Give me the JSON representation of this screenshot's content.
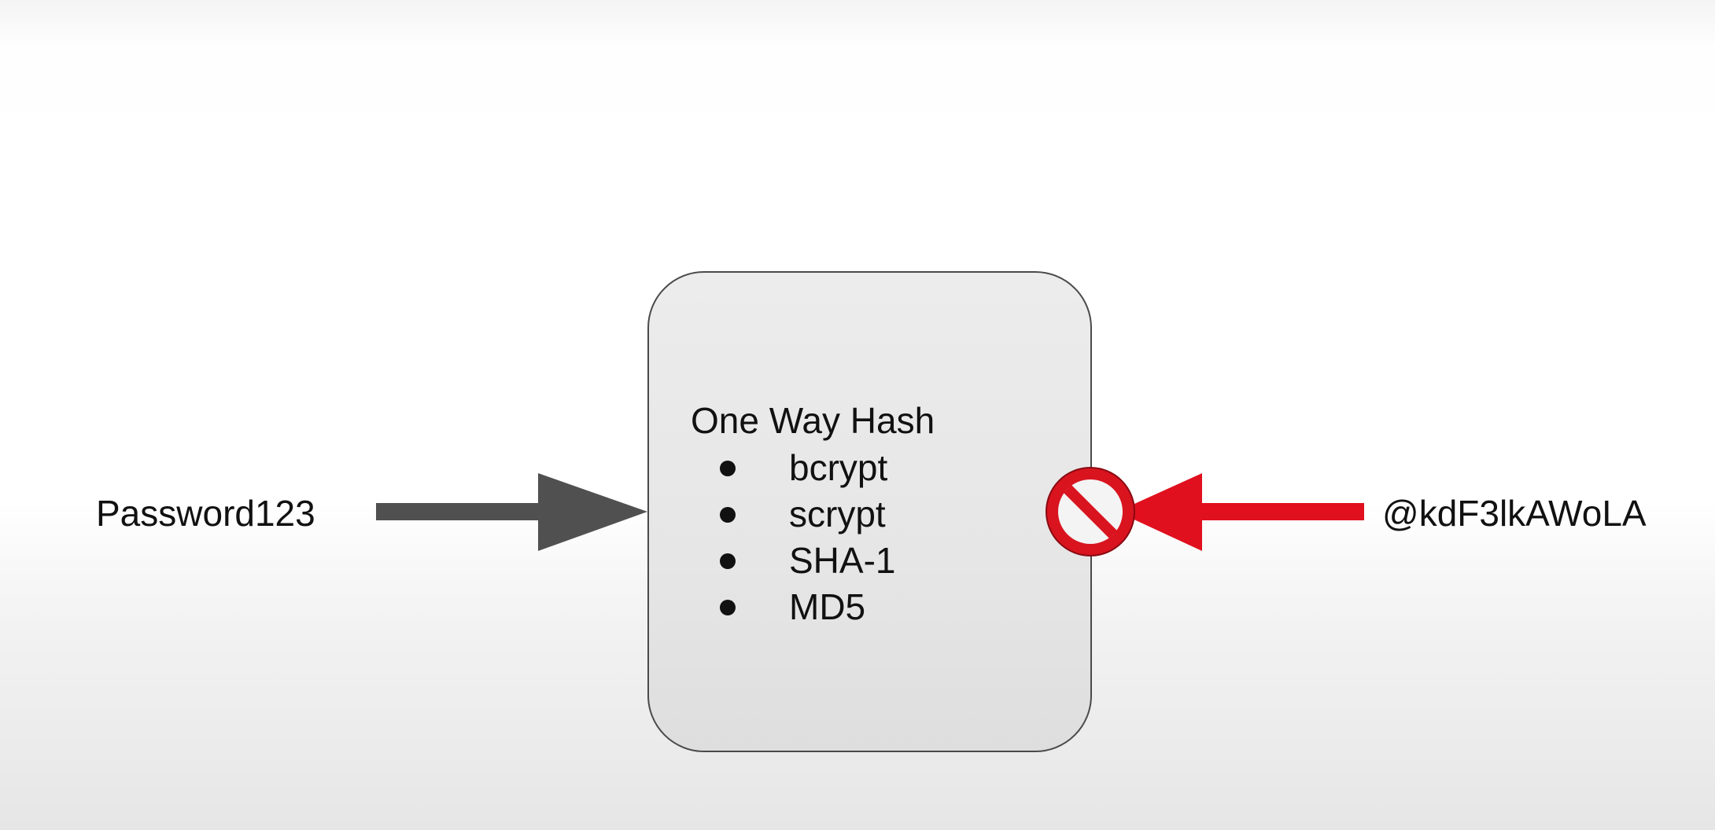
{
  "diagram": {
    "input_text": "Password123",
    "output_text": "@kdF3lkAWoLA",
    "hash_box": {
      "title": "One Way Hash",
      "items": [
        "bcrypt",
        "scrypt",
        "SHA-1",
        "MD5"
      ]
    }
  },
  "colors": {
    "forward_arrow": "#505050",
    "reverse_arrow": "#e0101e",
    "blocked_symbol": "#d9141f"
  },
  "icons": {
    "forward_arrow": "arrow-right-icon",
    "reverse_arrow": "arrow-left-icon",
    "blocked": "prohibited-icon"
  }
}
